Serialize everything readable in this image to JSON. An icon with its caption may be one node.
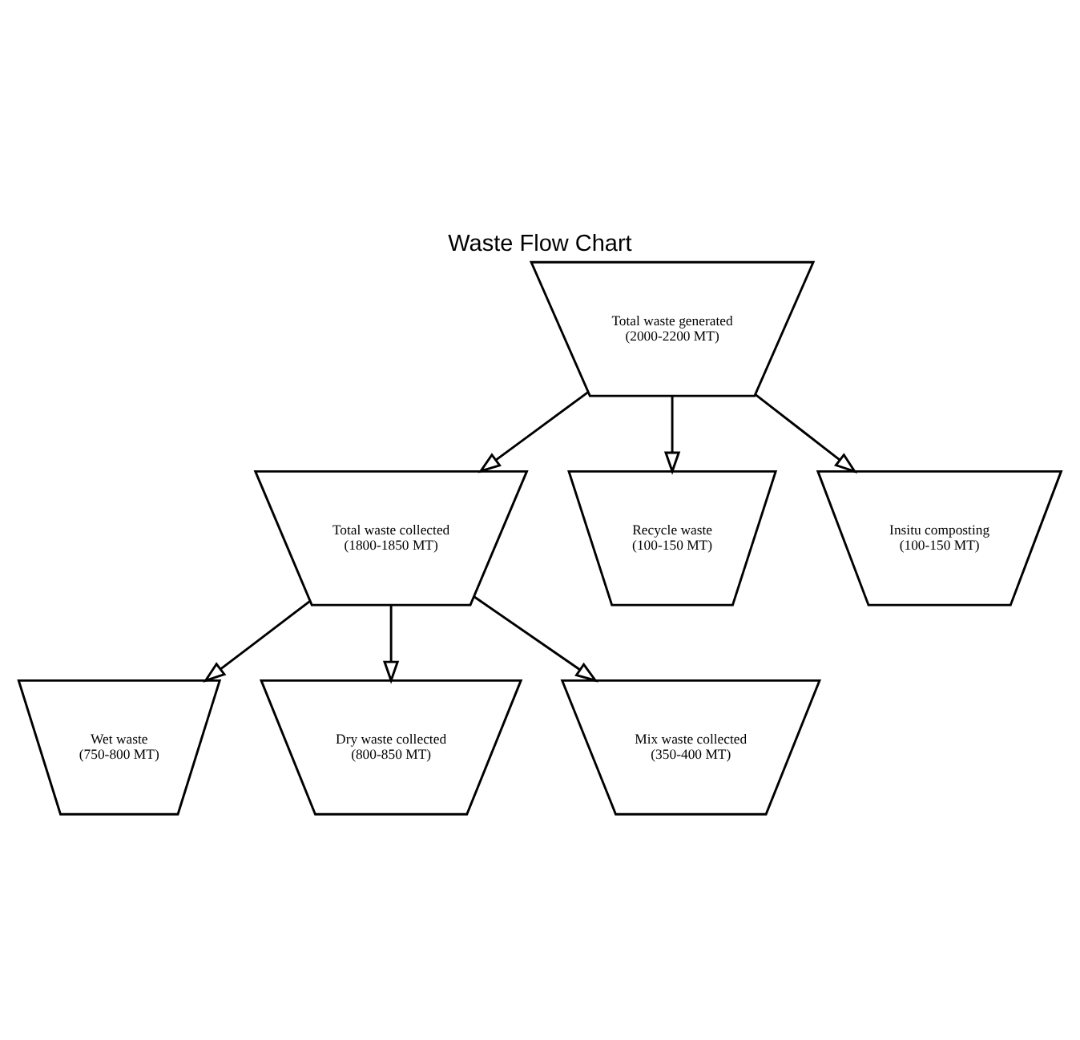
{
  "diagram": {
    "title": "Waste Flow Chart",
    "nodes": [
      {
        "text": [
          "Total waste generated",
          "(2000-2200 MT)"
        ]
      },
      {
        "text": [
          "Total waste collected",
          "(1800-1850 MT)"
        ]
      },
      {
        "text": [
          "Recycle waste",
          "(100-150 MT)"
        ]
      },
      {
        "text": [
          "Insitu composting",
          "(100-150 MT)"
        ]
      },
      {
        "text": [
          "Wet waste",
          "(750-800 MT)"
        ]
      },
      {
        "text": [
          "Dry waste collected",
          "(800-850 MT)"
        ]
      },
      {
        "text": [
          "Mix waste collected",
          "(350-400 MT)"
        ]
      }
    ],
    "edges": [
      {
        "from": 0,
        "to": 1,
        "arrow": "to"
      },
      {
        "from": 0,
        "to": 2,
        "arrow": "to"
      },
      {
        "from": 0,
        "to": 3,
        "arrow": "to"
      },
      {
        "from": 1,
        "to": 4,
        "arrow": "to"
      },
      {
        "from": 1,
        "to": 5,
        "arrow": "to"
      },
      {
        "from": 1,
        "to": 6,
        "arrow": "to"
      }
    ]
  }
}
